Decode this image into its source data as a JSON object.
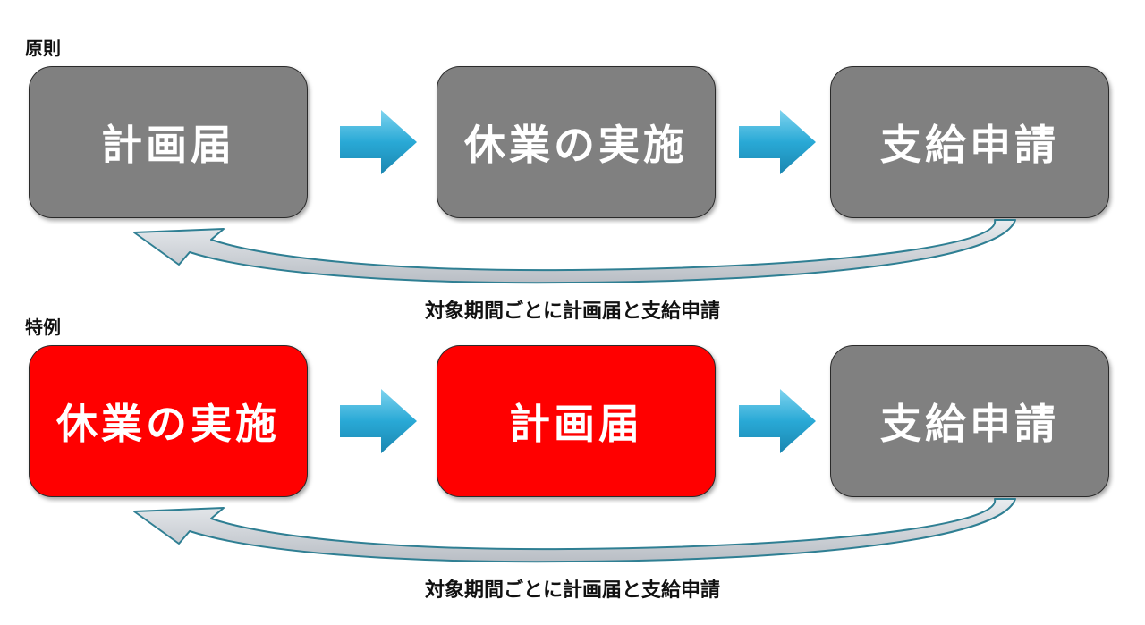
{
  "sections": [
    {
      "label": "原則",
      "steps": [
        "計画届",
        "休業の実施",
        "支給申請"
      ],
      "step_colors": [
        "#808080",
        "#808080",
        "#808080"
      ],
      "caption": "対象期間ごとに計画届と支給申請"
    },
    {
      "label": "特例",
      "steps": [
        "休業の実施",
        "計画届",
        "支給申請"
      ],
      "step_colors": [
        "#ff0000",
        "#ff0000",
        "#808080"
      ],
      "caption": "対象期間ごとに計画届と支給申請"
    }
  ],
  "colors": {
    "neutral_box": "#808080",
    "highlight_box": "#ff0000",
    "arrow": "#29a9d6",
    "loop_arrow_fill": "#c7ccd3",
    "loop_arrow_stroke": "#2f7f93"
  },
  "icons": [
    "arrow-right-icon",
    "loop-back-arrow-icon"
  ]
}
